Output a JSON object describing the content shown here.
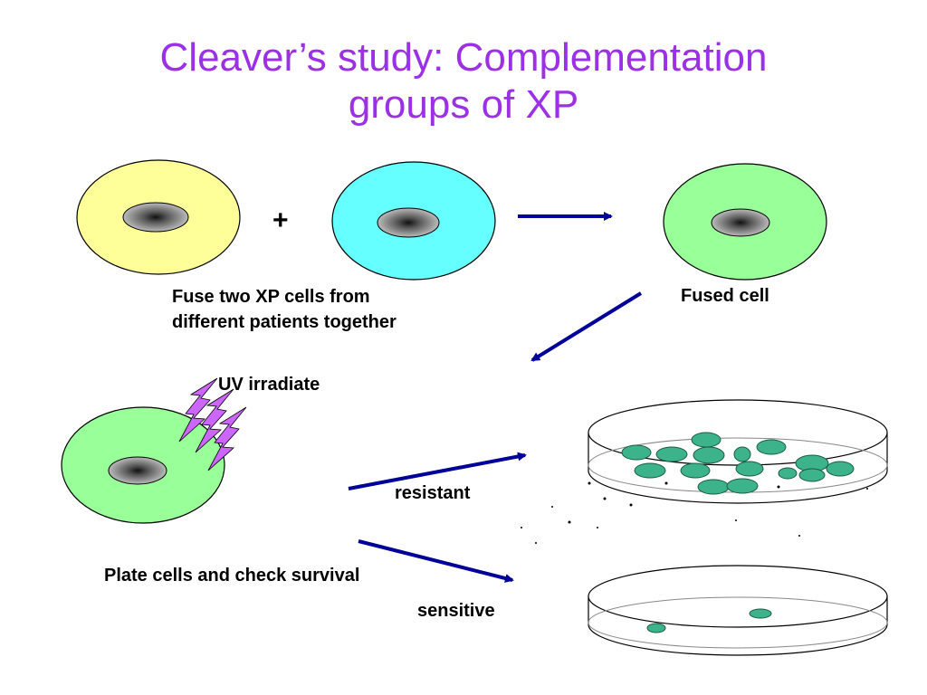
{
  "title": {
    "line1": "Cleaver’s study:  Complementation",
    "line2": "groups of XP"
  },
  "labels": {
    "plus": "+",
    "fuse_line1": "Fuse two XP cells from",
    "fuse_line2": "different patients together",
    "fused_cell": "Fused cell",
    "uv_irradiate": "UV irradiate",
    "resistant": "resistant",
    "plate_check": "Plate cells and check survival",
    "sensitive": "sensitive"
  },
  "colors": {
    "title": "#9b30e6",
    "cell_yellow": "#ffff99",
    "cell_cyan": "#66ffff",
    "cell_green": "#99ff99",
    "arrow": "#000099",
    "uv_bolt": "#cc66ff",
    "colony": "#3cb38a"
  },
  "icons": [
    "cell-icon",
    "nucleus-icon",
    "uv-lightning-icon",
    "petri-dish-icon",
    "colony-icon",
    "arrow-icon"
  ]
}
